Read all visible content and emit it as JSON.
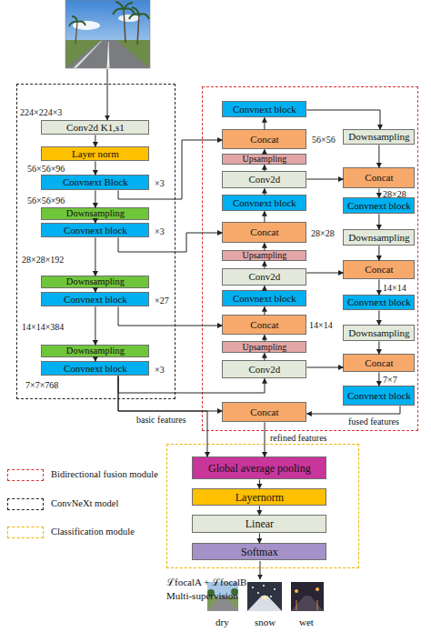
{
  "diagram": {
    "nodes": [
      {
        "text": []
      },
      {
        "text": [
          "Conv2d K1,s1"
        ],
        "in": 0
      },
      {
        "text": [
          "Layer norm"
        ],
        "in": 0
      },
      {
        "text": [
          "Convnext Block"
        ],
        "in": 0
      },
      {
        "text": [
          "Downsampling"
        ],
        "in": 0
      },
      {
        "text": [
          "Convnext block"
        ],
        "in": 0
      },
      {
        "text": [
          "Downsampling"
        ],
        "in": 0
      },
      {
        "text": [
          "Convnext block"
        ],
        "in": 0
      },
      {
        "text": [
          "Downsampling"
        ],
        "in": 0
      },
      {
        "text": [
          "Convnext block"
        ],
        "in": 0
      },
      {
        "text": []
      },
      {
        "text": [
          "Convnext block"
        ],
        "in": 10
      },
      {
        "text": [
          "Concat"
        ],
        "in": 10
      },
      {
        "text": [
          "Upsampling"
        ],
        "in": 10
      },
      {
        "text": [
          "Conv2d"
        ],
        "in": 10
      },
      {
        "text": [
          "Convnext block"
        ],
        "in": 10
      },
      {
        "text": [
          "Concat"
        ],
        "in": 10
      },
      {
        "text": [
          "Upsampling"
        ],
        "in": 10
      },
      {
        "text": [
          "Conv2d"
        ],
        "in": 10
      },
      {
        "text": [
          "Convnext block"
        ],
        "in": 10
      },
      {
        "text": [
          "Concat"
        ],
        "in": 10
      },
      {
        "text": [
          "Upsampling"
        ],
        "in": 10
      },
      {
        "text": [
          "Conv2d"
        ],
        "in": 10
      },
      {
        "text": [
          "Downsampling"
        ],
        "in": 10
      },
      {
        "text": [
          "Concat"
        ],
        "in": 10
      },
      {
        "text": [
          "Convnext block"
        ],
        "in": 10
      },
      {
        "text": [
          "Downsampling"
        ],
        "in": 10
      },
      {
        "text": [
          "Concat"
        ],
        "in": 10
      },
      {
        "text": [
          "Convnext block"
        ],
        "in": 10
      },
      {
        "text": [
          "Downsampling"
        ],
        "in": 10
      },
      {
        "text": [
          "Concat"
        ],
        "in": 10
      },
      {
        "text": [
          "Convnext block"
        ],
        "in": 10
      },
      {
        "text": [
          "Concat"
        ],
        "in": 10
      },
      {
        "text": []
      },
      {
        "text": [
          "Global average pooling"
        ],
        "in": 33
      },
      {
        "text": [
          "Layernorm"
        ],
        "in": 33
      },
      {
        "text": [
          "Linear"
        ],
        "in": 33
      },
      {
        "text": [
          "Softmax"
        ],
        "in": 33
      }
    ],
    "edges": [
      {
        "from": 1,
        "to": 2,
        "arrow": "to"
      },
      {
        "from": 2,
        "to": 3,
        "arrow": "to"
      },
      {
        "from": 3,
        "to": 4,
        "arrow": "to"
      },
      {
        "from": 4,
        "to": 5,
        "arrow": "to"
      },
      {
        "from": 5,
        "to": 6,
        "arrow": "to"
      },
      {
        "from": 6,
        "to": 7,
        "arrow": "to"
      },
      {
        "from": 7,
        "to": 8,
        "arrow": "to"
      },
      {
        "from": 8,
        "to": 9,
        "arrow": "to"
      },
      {
        "from": 3,
        "to": 12,
        "arrow": "to"
      },
      {
        "from": 5,
        "to": 16,
        "arrow": "to"
      },
      {
        "from": 7,
        "to": 20,
        "arrow": "to"
      },
      {
        "from": 9,
        "to": 32,
        "label": "basic features",
        "arrow": "to"
      },
      {
        "from": 9,
        "to": 22,
        "arrow": "to"
      },
      {
        "from": 9,
        "to": 34,
        "arrow": "to"
      },
      {
        "from": 22,
        "to": 21,
        "arrow": "to"
      },
      {
        "from": 21,
        "to": 20,
        "arrow": "to"
      },
      {
        "from": 20,
        "to": 19,
        "arrow": "to"
      },
      {
        "from": 19,
        "to": 18,
        "arrow": "to"
      },
      {
        "from": 18,
        "to": 17,
        "arrow": "to"
      },
      {
        "from": 17,
        "to": 16,
        "arrow": "to"
      },
      {
        "from": 16,
        "to": 15,
        "arrow": "to"
      },
      {
        "from": 15,
        "to": 14,
        "arrow": "to"
      },
      {
        "from": 14,
        "to": 13,
        "arrow": "to"
      },
      {
        "from": 13,
        "to": 12,
        "arrow": "to"
      },
      {
        "from": 12,
        "to": 11,
        "arrow": "to"
      },
      {
        "from": 11,
        "to": 23,
        "arrow": "to"
      },
      {
        "from": 23,
        "to": 24,
        "arrow": "to"
      },
      {
        "from": 24,
        "to": 25,
        "arrow": "to"
      },
      {
        "from": 25,
        "to": 26,
        "arrow": "to"
      },
      {
        "from": 26,
        "to": 27,
        "arrow": "to"
      },
      {
        "from": 27,
        "to": 28,
        "arrow": "to"
      },
      {
        "from": 28,
        "to": 29,
        "arrow": "to"
      },
      {
        "from": 29,
        "to": 30,
        "arrow": "to"
      },
      {
        "from": 30,
        "to": 31,
        "arrow": "to"
      },
      {
        "from": 14,
        "to": 24,
        "arrow": "to"
      },
      {
        "from": 18,
        "to": 27,
        "arrow": "to"
      },
      {
        "from": 22,
        "to": 30,
        "arrow": "to"
      },
      {
        "from": 31,
        "to": 32,
        "label": "fused features",
        "arrow": "to"
      },
      {
        "from": 32,
        "to": 34,
        "label": "refined features",
        "arrow": "to"
      },
      {
        "from": 34,
        "to": 35,
        "arrow": "to"
      },
      {
        "from": 35,
        "to": 36,
        "arrow": "to"
      },
      {
        "from": 36,
        "to": 37,
        "arrow": "to"
      }
    ],
    "labels": [
      "224×224×3",
      "56×56×96",
      "×3",
      "56×56×96",
      "×3",
      "28×28×192",
      "×27",
      "14×14×384",
      "×3",
      "7×7×768",
      "56×56",
      "28×28",
      "14×14",
      "28×28",
      "14×14",
      "7×7",
      "ℒfocalA + ℒfocalB",
      "Multi-supervision",
      "dry",
      "snow",
      "wet"
    ],
    "legend": [
      {
        "text": "Bidirectional fusion module"
      },
      {
        "text": "ConvNeXt model"
      },
      {
        "text": "Classification module"
      }
    ]
  }
}
